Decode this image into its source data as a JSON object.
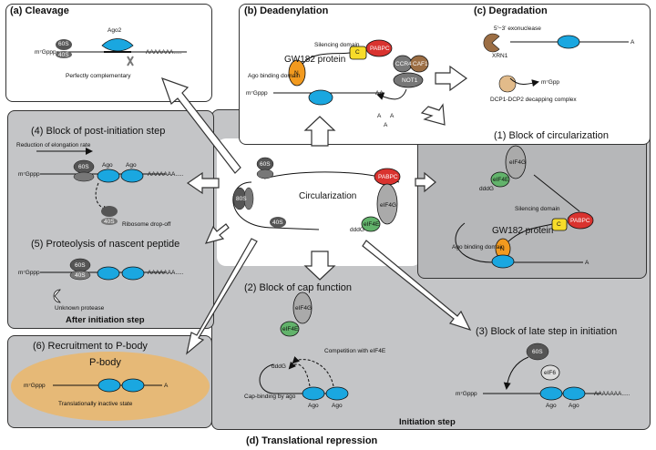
{
  "main_title": "(d) Translational repression",
  "panels": {
    "cleavage": {
      "title": "(a) Cleavage",
      "ago_label": "Ago2",
      "mrna": "m⁷Gppp",
      "polya": "AAAAAAA.....",
      "note": "Perfectly complementary",
      "ribo": "60S",
      "ribo_small": "40S"
    },
    "deadenylation": {
      "title": "(b) Deadenylation",
      "protein": "GW182 protein",
      "silencing": "Silencing domain",
      "ago_binding": "Ago binding domain",
      "mrna": "m⁷Gppp",
      "polya": "AA",
      "pabpc": "PABPC",
      "c": "C",
      "n": "N",
      "ccr4": "CCR4",
      "caf1": "CAF1",
      "not1": "NOT1",
      "a": "A"
    },
    "degradation": {
      "title": "(c) Degradation",
      "exo": "5'−3' exonuclease",
      "xrn1": "XRN1",
      "a": "A",
      "mgpp": "m⁷Gpp",
      "dcp": "DCP1-DCP2 decapping complex"
    },
    "post_init": {
      "title": "(4) Block of post-initiation step",
      "reduction": "Reduction of elongation rate",
      "mrna": "m⁷Gppp",
      "polya": "AAAAAAA.....",
      "ago": "Ago",
      "dropoff": "Ribosome drop-off",
      "s60": "60S",
      "s40": "40S"
    },
    "proteolysis": {
      "title": "(5) Proteolysis of nascent peptide",
      "mrna": "m⁷Gppp",
      "polya": "AAAAAAA.....",
      "protease": "Unknown protease",
      "s60": "60S",
      "s40": "40S"
    },
    "after_init": "After initiation step",
    "pbody": {
      "title": "(6) Recruitment to P-body",
      "label": "P-body",
      "mrna": "m⁷Gppp",
      "a": "A",
      "state": "Translationally inactive state"
    },
    "circularization": {
      "label": "Circularization",
      "pabpc": "PABPC",
      "eif4g": "eIF4G",
      "eif4e": "eIF4E",
      "cap": "dddG",
      "s60": "60S",
      "s40": "40S",
      "s80": "80S"
    },
    "block_circ": {
      "title": "(1) Block of circularization",
      "protein": "GW182 protein",
      "silencing": "Silencing domain",
      "ago_binding": "Ago binding domain",
      "pabpc": "PABPC",
      "c": "C",
      "n": "N",
      "a": "A",
      "eif4g": "eIF4G",
      "eif4e": "eIF4E",
      "cap": "dddG"
    },
    "cap_function": {
      "title": "(2) Block of cap function",
      "eif4g": "eIF4G",
      "eif4e": "eIF4E",
      "competition": "Competition with eIF4E",
      "cap_binding": "Cap-binding by ago",
      "cap": "dddG",
      "ago": "Ago"
    },
    "late_step": {
      "title": "(3) Block of late step in initiation",
      "s60": "60S",
      "eif6": "eIF6",
      "mrna": "m⁷Gppp",
      "polya": "AAAAAAA.....",
      "ago": "Ago"
    },
    "init_step": "Initiation step"
  },
  "colors": {
    "panel_gray": "#c4c5c7",
    "ago_blue": "#1aa7e0",
    "pabpc_red": "#d9332f",
    "gw_orange": "#f29a1f",
    "c_yellow": "#f7dc2a",
    "pbody_tan": "#e6b977",
    "eif_green": "#62b36b"
  }
}
